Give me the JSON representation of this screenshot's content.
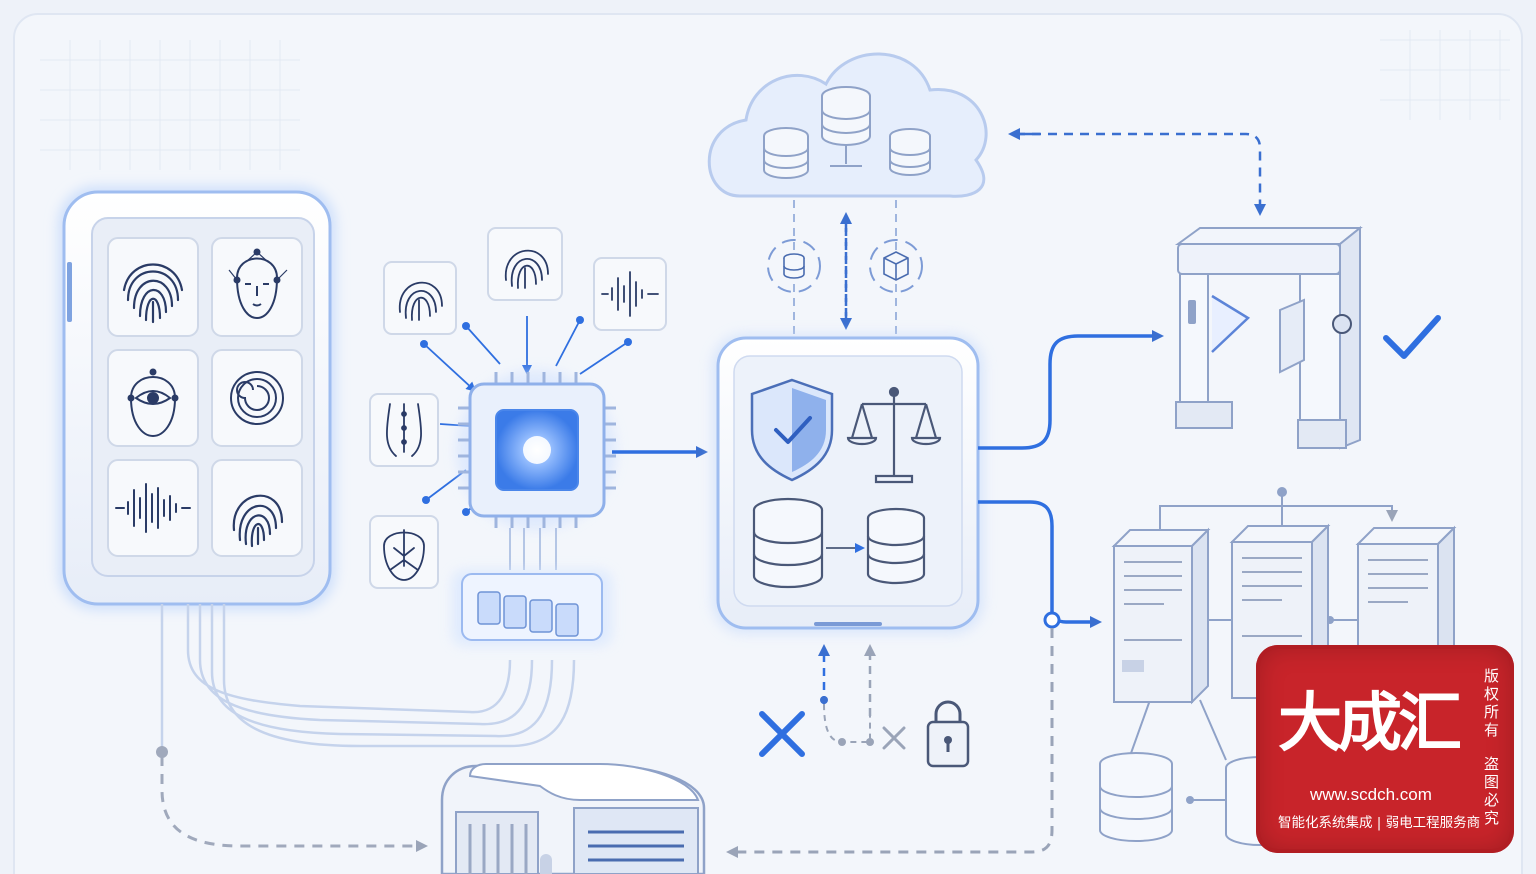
{
  "watermark": {
    "title": "大成汇",
    "url": "www.scdch.com",
    "slogan": "智能化系统集成 | 弱电工程服务商",
    "rights": "版权所有",
    "warning": "盗图必究"
  },
  "colors": {
    "background": "#eef2f9",
    "accent": "#2f6fe0",
    "line": "#9fb2d6",
    "panel": "#f7f9fd",
    "stamp": "#c8242a",
    "icon": "#2a3b66"
  },
  "icons": {
    "terminal_tiles": [
      "fingerprint-icon",
      "face-landmarks-icon",
      "eye-scan-icon",
      "iris-icon",
      "voice-wave-icon",
      "fingerprint-icon"
    ],
    "sensor_tiles": [
      "fingerprint-icon",
      "fingerprint-icon",
      "voice-wave-icon",
      "palm-vein-icon",
      "face-scan-icon"
    ],
    "hub": [
      "security-shield-icon",
      "scales-icon",
      "database-icon",
      "database-icon"
    ],
    "status": [
      "checkmark-icon",
      "cross-icon",
      "cross-icon",
      "padlock-icon"
    ]
  }
}
